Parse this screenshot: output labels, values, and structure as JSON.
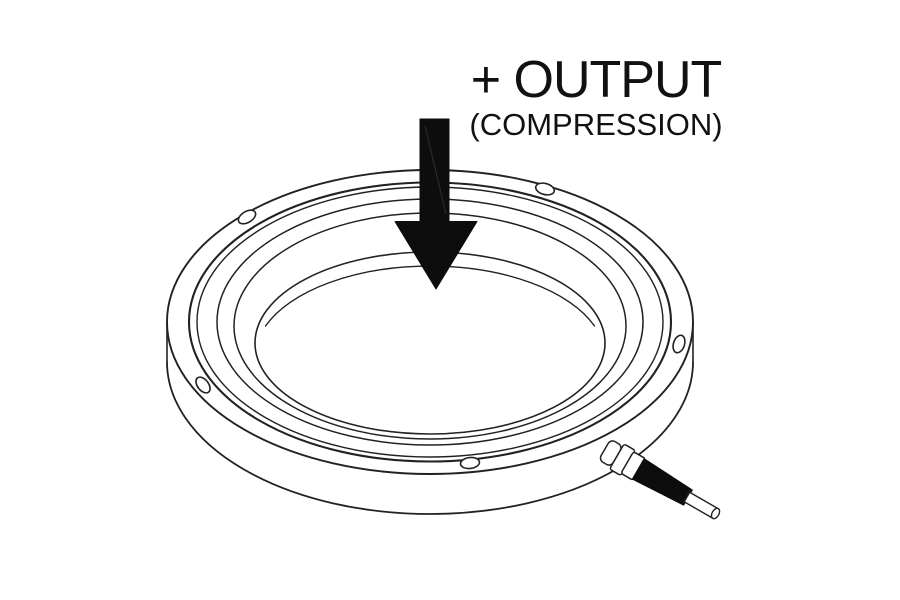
{
  "annotation": {
    "line1": "+ OUTPUT",
    "line2": "(COMPRESSION)"
  },
  "diagram": {
    "type": "isometric line drawing",
    "subject": "donut load cell compression washer with cable connector",
    "visible_mounting_holes": 5,
    "parts": [
      "load-washer-ring",
      "mounting-holes",
      "compression-arrow",
      "cable-connector"
    ],
    "colors": {
      "background": "#ffffff",
      "line": "#222222",
      "arrow_fill": "#0d0d0d",
      "connector_sleeve_fill": "#0d0d0d"
    }
  }
}
